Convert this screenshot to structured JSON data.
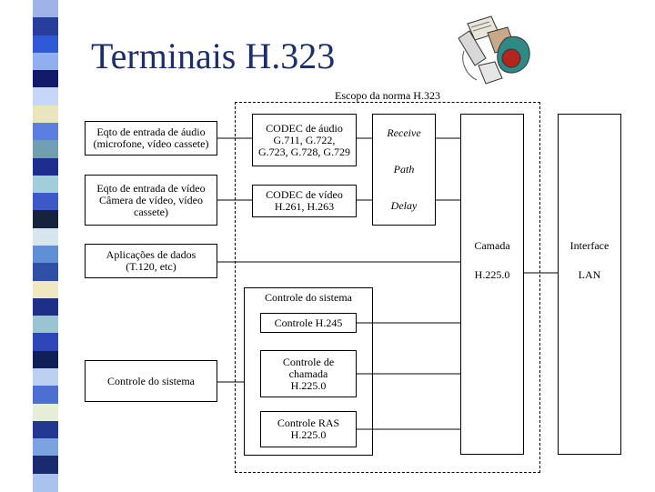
{
  "slide": {
    "title": "Terminais H.323",
    "clipart_icon": "desk-clipart-icon"
  },
  "sidebar": {
    "stripe_colors": [
      "#9fb3e8",
      "#283e9c",
      "#2f5ad7",
      "#8fb0ec",
      "#111b6a",
      "#c6d6f8",
      "#e9e5bd",
      "#5b7fe0",
      "#6f9fb0",
      "#1f2d8f",
      "#a0ced9",
      "#3d58c8",
      "#17233d",
      "#d7e5ef",
      "#5f8fd4",
      "#304fa7",
      "#f0e9c0",
      "#1e2f87",
      "#9ac4d2",
      "#2e46b8",
      "#0f1f58",
      "#bcd0f2",
      "#4d6fd1",
      "#e6efd6",
      "#223893",
      "#7aa3df",
      "#1a2a6f",
      "#a9c3ec"
    ]
  },
  "diagram": {
    "scope_title": "Escopo da norma H.323",
    "left": {
      "audio_in": "Eqto de entrada de áudio\n(microfone, vídeo cassete)",
      "video_in": "Eqto de entrada de vídeo\nCâmera de vídeo, vídeo\ncassete)",
      "data_apps": "Aplicações de dados\n(T.120, etc)",
      "sys_control": "Controle do sistema"
    },
    "codec": {
      "audio": "CODEC de áudio\nG.711, G.722,\nG.723, G.728, G.729",
      "video": "CODEC de vídeo\nH.261, H.263"
    },
    "receive_path": {
      "line1": "Receive",
      "line2": "Path",
      "line3": "Delay"
    },
    "system_control": {
      "label": "Controle do sistema",
      "h245": "Controle H.245",
      "call": "Controle de\nchamada\nH.225.0",
      "ras": "Controle RAS\nH.225.0"
    },
    "layer": {
      "line1": "Camada",
      "line2": "H.225.0"
    },
    "lan": {
      "line1": "Interface",
      "line2": "LAN"
    }
  }
}
